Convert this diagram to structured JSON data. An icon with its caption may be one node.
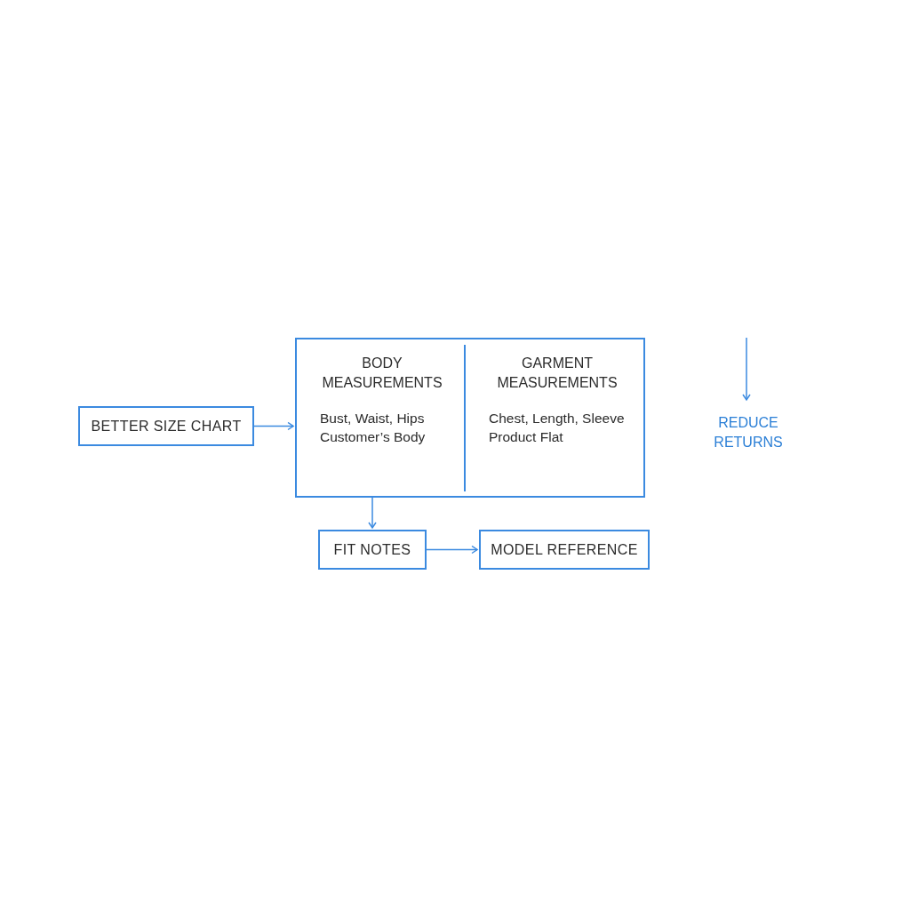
{
  "diagram": {
    "nodes": [
      {
        "text": [
          "BETTER SIZE CHART"
        ]
      },
      {
        "text": [],
        "shape": "box"
      },
      {
        "text": [
          "BODY MEASUREMENTS",
          "Bust, Waist, Hips",
          "Customer’s Body"
        ],
        "in": 1
      },
      {
        "text": [
          "GARMENT MEASUREMENTS",
          "Chest, Length, Sleeve",
          "Product Flat"
        ],
        "in": 1
      },
      {
        "text": [
          "REDUCE RETURNS"
        ]
      },
      {
        "text": [
          "FIT NOTES"
        ]
      },
      {
        "text": [
          "MODEL REFERENCE"
        ]
      }
    ],
    "edges": [
      {
        "from": 0,
        "to": 1,
        "arrow": "to"
      },
      {
        "from": 1,
        "to": 5,
        "arrow": "to"
      },
      {
        "from": 5,
        "to": 6,
        "arrow": "to"
      },
      {
        "from": null,
        "to": 4,
        "arrow": "to"
      }
    ]
  }
}
